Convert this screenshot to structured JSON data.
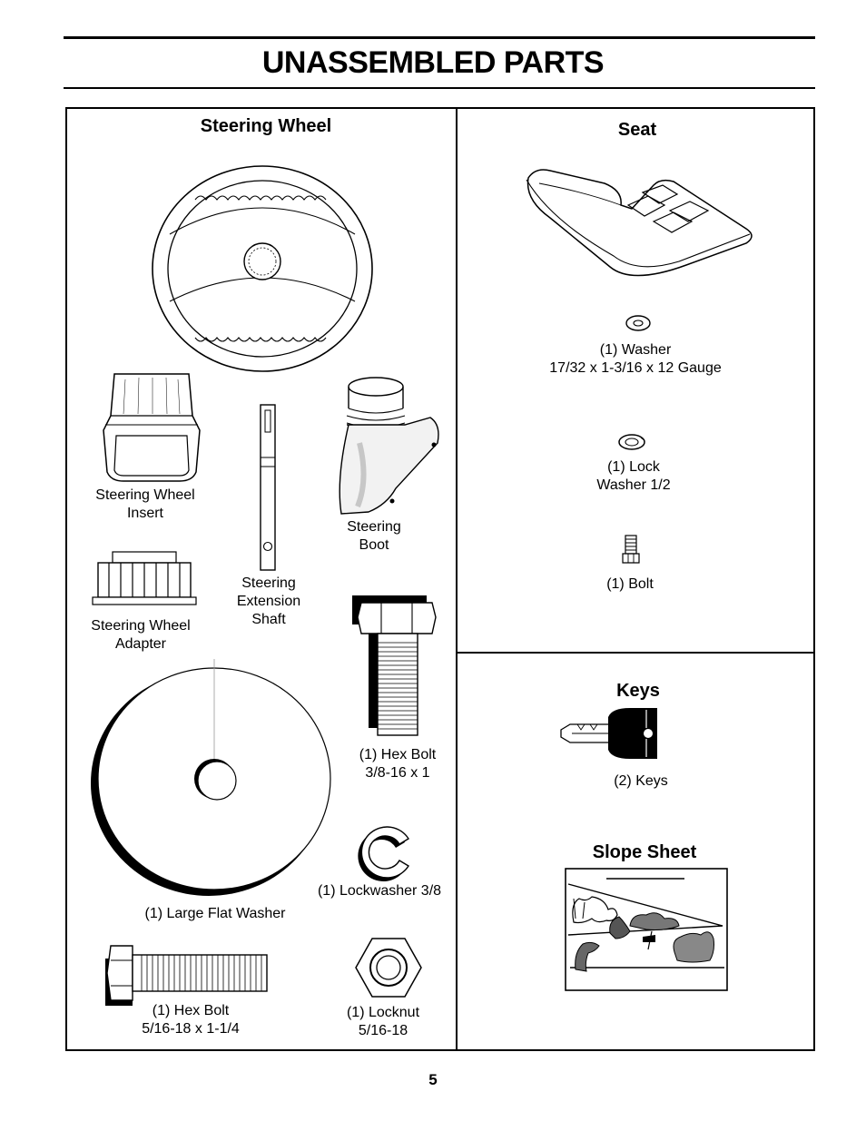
{
  "page": {
    "title": "UNASSEMBLED PARTS",
    "page_number": "5"
  },
  "left_panel": {
    "heading": "Steering Wheel",
    "parts": {
      "insert": "Steering Wheel\nInsert",
      "adapter": "Steering Wheel\nAdapter",
      "shaft": "Steering\nExtension\nShaft",
      "boot": "Steering\nBoot",
      "hex_bolt_large": "(1) Hex Bolt\n3/8-16 x 1",
      "flat_washer": "(1) Large Flat Washer",
      "lockwasher": "(1) Lockwasher  3/8",
      "hex_bolt_small": "(1) Hex Bolt\n5/16-18 x 1-1/4",
      "locknut": "(1) Locknut\n5/16-18"
    }
  },
  "seat_panel": {
    "heading": "Seat",
    "parts": {
      "washer": "(1) Washer\n17/32 x 1-3/16 x 12 Gauge",
      "lock_washer": "(1) Lock\nWasher 1/2",
      "bolt": "(1) Bolt"
    }
  },
  "keys_panel": {
    "heading": "Keys",
    "keys_caption": "(2) Keys",
    "slope_heading": "Slope Sheet"
  }
}
